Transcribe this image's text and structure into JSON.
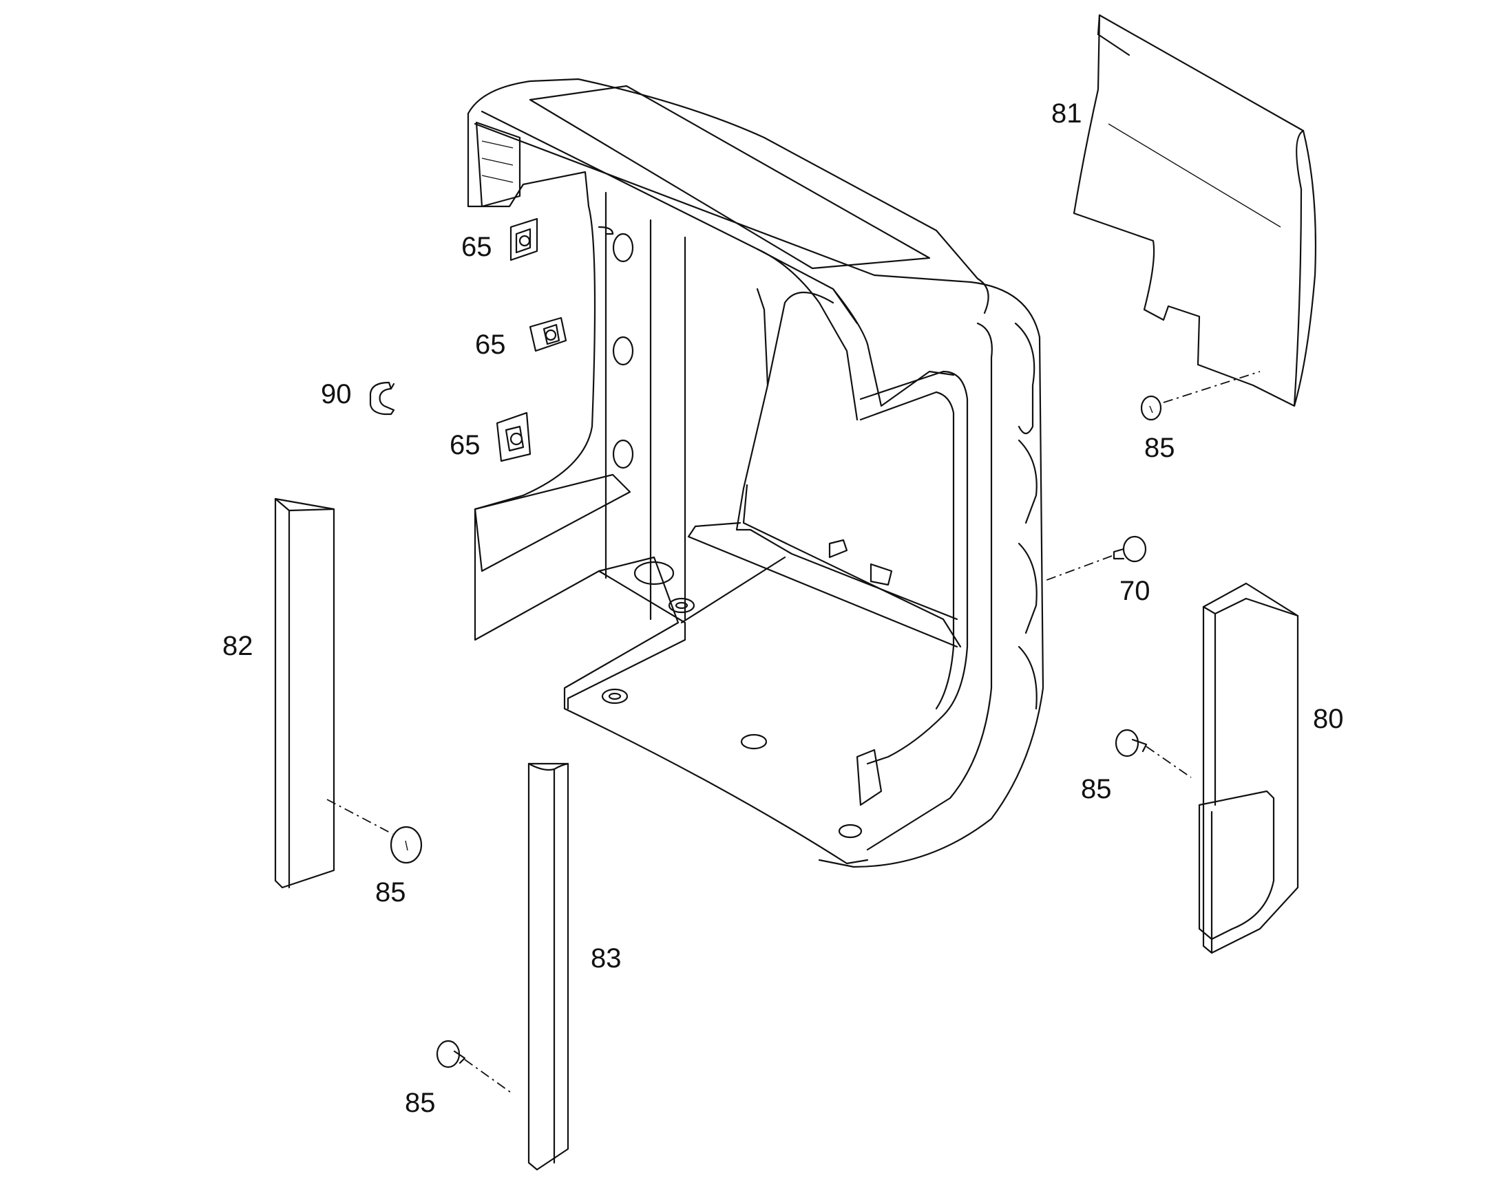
{
  "diagram": {
    "callouts": {
      "p65a": "65",
      "p65b": "65",
      "p65c": "65",
      "p90": "90",
      "p81": "81",
      "p85_top": "85",
      "p70": "70",
      "p80": "80",
      "p85_right": "85",
      "p82": "82",
      "p85_left": "85",
      "p83": "83",
      "p85_bottom": "85"
    }
  }
}
